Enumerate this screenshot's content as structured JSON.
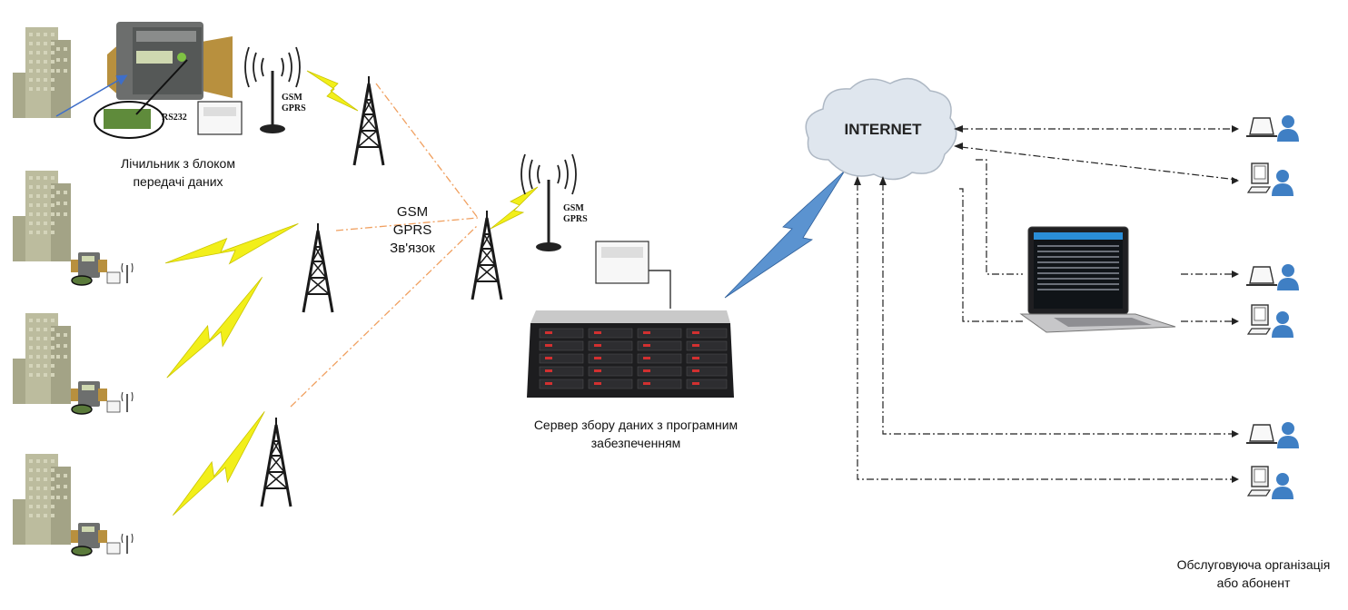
{
  "labels": {
    "meter_caption_line1": "Лічильник з блоком",
    "meter_caption_line2": "передачі даних",
    "rs232": "RS232",
    "gsm": "GSM",
    "gprs": "GPRS",
    "link_line1": "GSM",
    "link_line2": "GPRS",
    "link_line3": "Зв'язок",
    "server_caption_line1": "Сервер збору даних з програмним",
    "server_caption_line2": "забезпеченням",
    "internet": "INTERNET",
    "client_caption_line1": "Обслуговуюча організація",
    "client_caption_line2": "або абонент"
  },
  "colors": {
    "lightning": "#f2ef1a",
    "lightning_blue": "#4a86c8",
    "link_dash": "#f0a060",
    "building": "#b9b99a",
    "user_blue": "#3f7fc4",
    "cloud": "#dfe6ee"
  }
}
